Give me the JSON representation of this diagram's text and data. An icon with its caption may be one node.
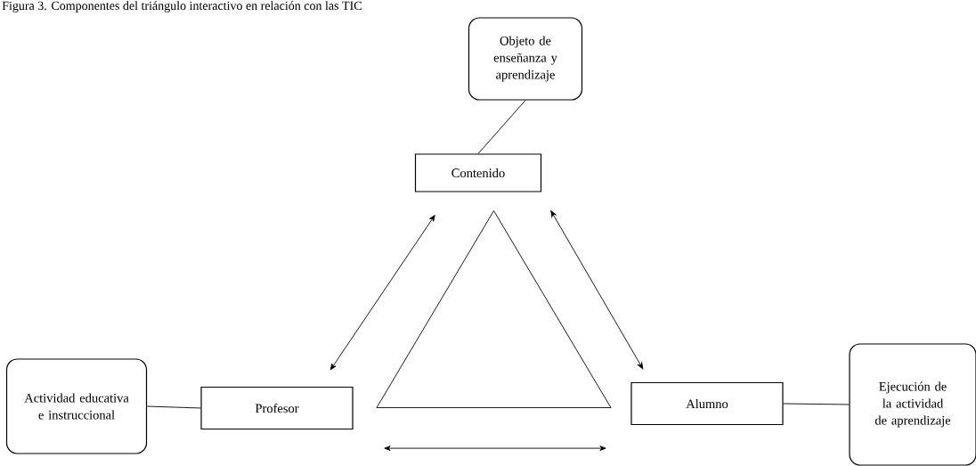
{
  "diagram": {
    "title": "Figura 3. Componentes del triángulo interactivo en relación con las TIC",
    "nodes": [
      {
        "text": [
          "Objeto de enseñanza y aprendizaje"
        ]
      },
      {
        "text": [
          "Contenido"
        ]
      },
      {
        "text": [
          "Actividad educativa e instruccional"
        ]
      },
      {
        "text": [
          "Profesor"
        ]
      },
      {
        "text": [
          "Alumno"
        ]
      },
      {
        "text": [
          "Ejecución de la actividad de aprendizaje"
        ]
      },
      {
        "text": [],
        "shape": "triangle"
      }
    ],
    "edges": [
      {
        "from": 0,
        "to": 1,
        "arrow": "none"
      },
      {
        "from": 2,
        "to": 3,
        "arrow": "none"
      },
      {
        "from": 4,
        "to": 5,
        "arrow": "none"
      },
      {
        "from": 1,
        "to": 3,
        "arrow": "both"
      },
      {
        "from": 1,
        "to": 4,
        "arrow": "both"
      },
      {
        "from": 3,
        "to": 4,
        "arrow": "both"
      }
    ]
  }
}
